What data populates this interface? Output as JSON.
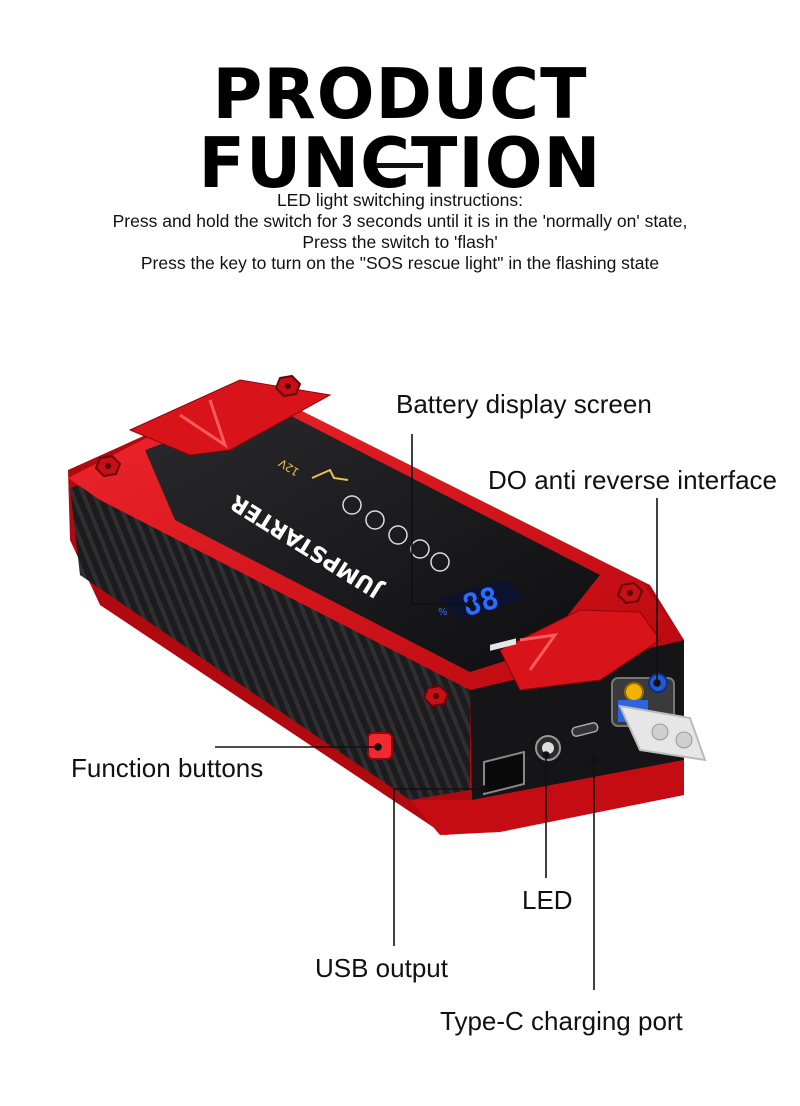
{
  "heading": "PRODUCT FUNCTION",
  "instructions": [
    "LED light switching instructions:",
    "Press and hold the switch for 3 seconds until it is in the 'normally on' state,",
    "Press the switch to 'flash'",
    "Press the key to turn on the \"SOS rescue light\" in the flashing state"
  ],
  "callouts": {
    "battery_display": "Battery display screen",
    "do_interface": "DO anti reverse interface",
    "function_buttons": "Function buttons",
    "led": "LED",
    "usb_output": "USB output",
    "typec_port": "Type-C charging port"
  },
  "device": {
    "brand_text": "JUMPSTARTER",
    "voltage_text": "12V",
    "display_digits": "88",
    "percent_sign": "%",
    "body_color": "#e0141b",
    "panel_color": "#1b1b1d",
    "display_color": "#1e63ff"
  },
  "colors": {
    "text": "#111111",
    "background": "#ffffff",
    "leader_lines": "#111111"
  }
}
